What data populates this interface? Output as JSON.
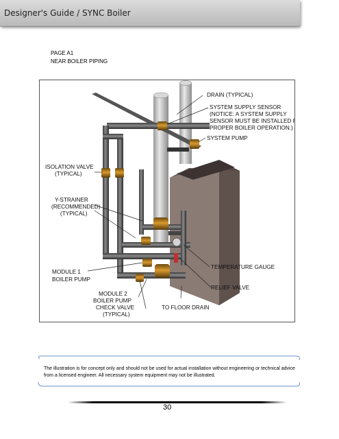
{
  "header": {
    "title": "Designer's Guide / SYNC Boiler"
  },
  "page": {
    "line1": "PAGE A1",
    "line2": "NEAR BOILER PIPING"
  },
  "diagram": {
    "labels": {
      "drain": "DRAIN (TYPICAL)",
      "sensor1": "SYSTEM SUPPLY SENSOR",
      "sensor2": "(NOTICE:  A SYSTEM SUPPLY",
      "sensor3": "SENSOR MUST BE INSTALLED FO",
      "sensor4": "PROPER BOILER OPERATION.)",
      "system_pump": "SYSTEM PUMP",
      "iso1": "ISOLATION VALVE",
      "iso2": "(TYPICAL)",
      "ys1": "Y-STRAINER",
      "ys2": "(RECOMMENDED)",
      "ys3": "(TYPICAL)",
      "temp_gauge": "TEMPERATURE GAUGE",
      "mod1a": "MODULE 1",
      "mod1b": "BOILER PUMP",
      "relief": "RELIEF VALVE",
      "mod2a": "MODULE 2",
      "mod2b": "BOILER PUMP",
      "check1": "CHECK VALVE",
      "check2": "(TYPICAL)",
      "floor_drain": "TO FLOOR DRAIN"
    }
  },
  "notice": {
    "text": "The illustration is for concept only and should not be used for actual installation without engineering or technical advice from a licensed engineer.  All necessary system equipment may not be illustrated."
  },
  "footer": {
    "page_number": "30"
  }
}
